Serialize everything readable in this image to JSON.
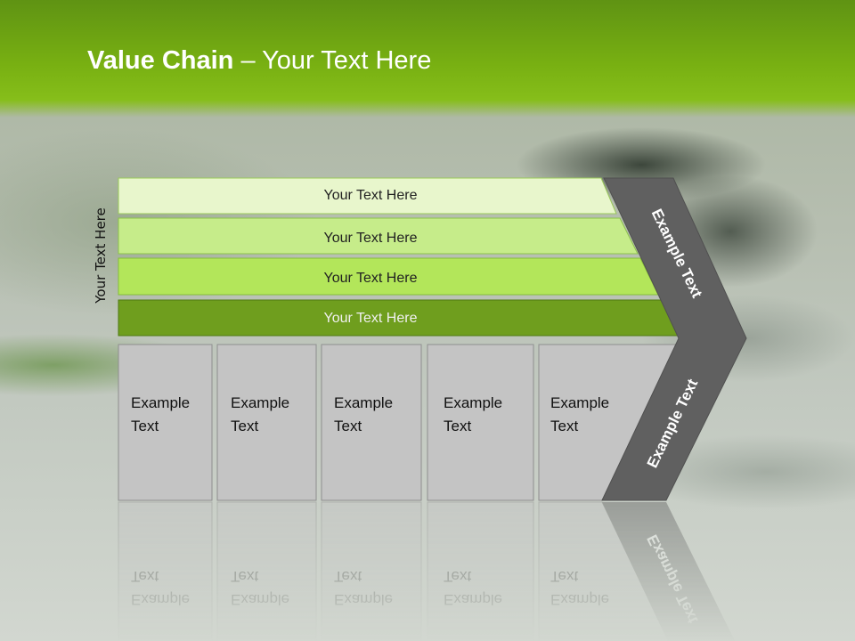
{
  "title": {
    "bold": "Value Chain",
    "rest": " – Your Text Here"
  },
  "side_label": "Your Text Here",
  "rows": [
    {
      "label": "Your Text Here",
      "fill": "#e8f6cc",
      "stroke": "#9ac95a"
    },
    {
      "label": "Your Text Here",
      "fill": "#c6ec8a",
      "stroke": "#8cc24a"
    },
    {
      "label": "Your Text Here",
      "fill": "#b3e65a",
      "stroke": "#86bd3a"
    },
    {
      "label": "Your Text Here",
      "fill": "#6f9e1e",
      "stroke": "#4f7a12"
    }
  ],
  "boxes": [
    {
      "line1": "Example",
      "line2": "Text"
    },
    {
      "line1": "Example",
      "line2": "Text"
    },
    {
      "line1": "Example",
      "line2": "Text"
    },
    {
      "line1": "Example",
      "line2": "Text"
    },
    {
      "line1": "Example",
      "line2": "Text"
    }
  ],
  "arrow_top_label": "Example Text",
  "arrow_bottom_label": "Example Text",
  "colors": {
    "box": "#c4c4c4",
    "box_stroke": "#8e8e8e",
    "arrow": "#606060",
    "title": "#ffffff"
  }
}
